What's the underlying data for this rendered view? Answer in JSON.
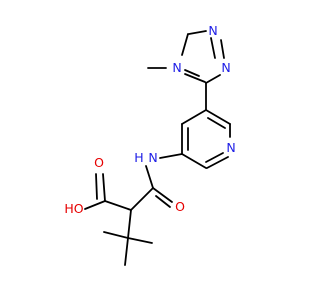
{
  "molecule": {
    "atoms": [
      {
        "id": "N_me",
        "label": "N",
        "color": "#1e1ee6"
      },
      {
        "id": "N_tr2",
        "label": "N",
        "color": "#1e1ee6"
      },
      {
        "id": "N_tr3",
        "label": "N",
        "color": "#1e1ee6"
      },
      {
        "id": "N_py",
        "label": "N",
        "color": "#1e1ee6"
      },
      {
        "id": "N_amide",
        "label": "N",
        "color": "#1e1ee6"
      },
      {
        "id": "H_amide",
        "label": "H",
        "color": "#1e1ee6"
      },
      {
        "id": "O_acid_OH",
        "label": "HO",
        "color": "#e60000"
      },
      {
        "id": "O_acid",
        "label": "O",
        "color": "#e60000"
      },
      {
        "id": "O_amide",
        "label": "O",
        "color": "#e60000"
      }
    ],
    "colors": {
      "bond": "#000000",
      "nitrogen": "#1e1ee6",
      "oxygen": "#e60000",
      "background": "#ffffff"
    }
  }
}
